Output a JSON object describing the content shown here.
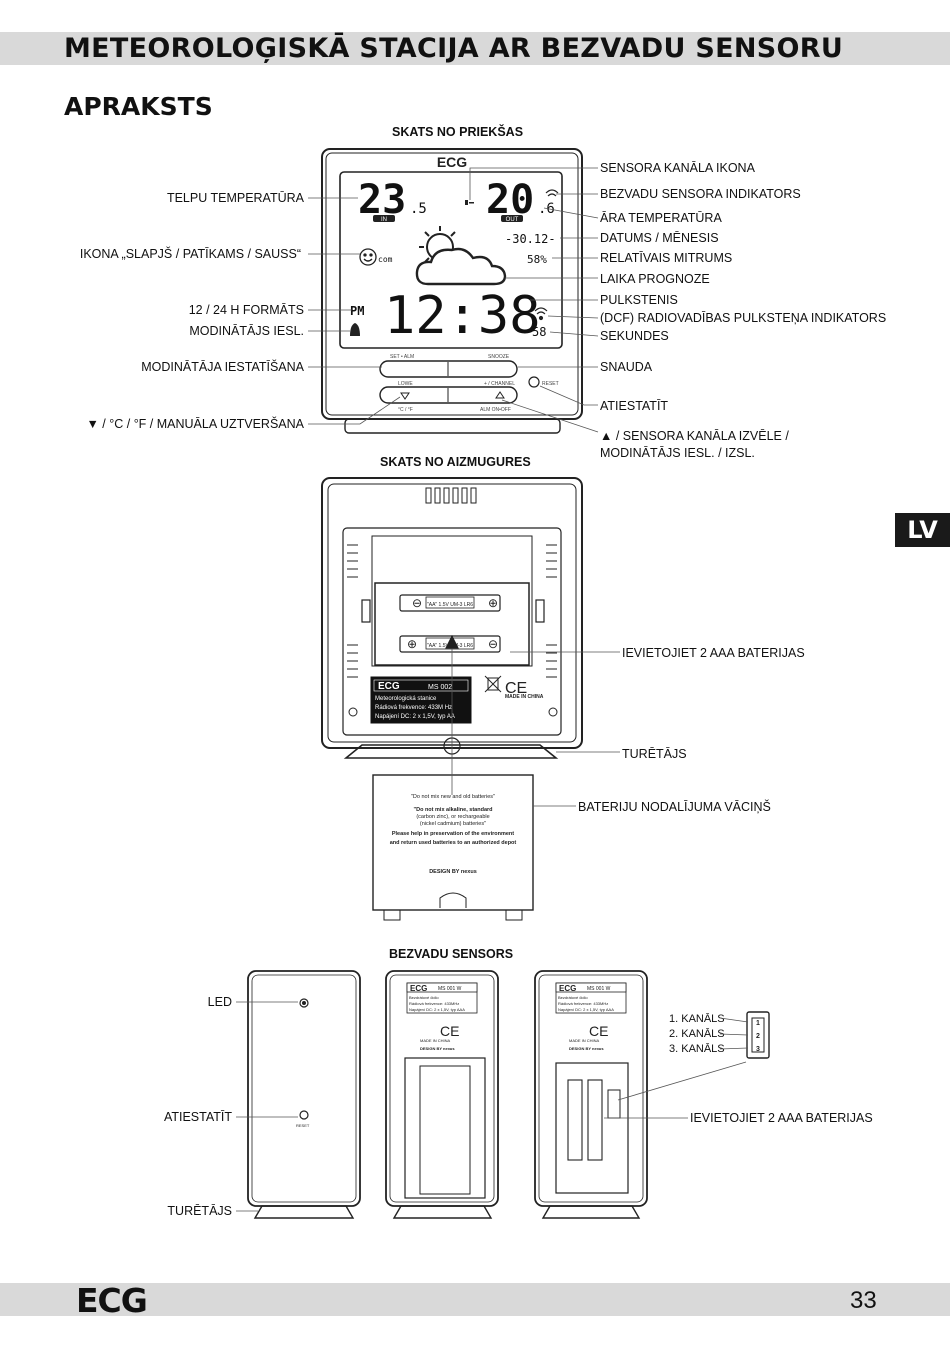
{
  "header": {
    "title": "METEOROLOĢISKĀ STACIJA AR BEZVADU SENSORU"
  },
  "section": {
    "title": "APRAKSTS"
  },
  "front": {
    "subtitle": "SKATS NO PRIEKŠAS",
    "labels_left": [
      "TELPU TEMPERATŪRA",
      "IKONA „SLAPJŠ / PATĪKAMS / SAUSS“",
      "12 / 24 H FORMĀTS",
      "MODINĀTĀJS IESL.",
      "MODINĀTĀJA IESTATĪŠANA",
      "▼ / °C / °F / MANUĀLA UZTVERŠANA"
    ],
    "labels_right": [
      "SENSORA KANĀLA IKONA",
      "BEZVADU SENSORA INDIKATORS",
      "ĀRA TEMPERATŪRA",
      "DATUMS / MĒNESIS",
      "RELATĪVAIS MITRUMS",
      "LAIKA PROGNOZE",
      "PULKSTENIS",
      "(DCF) RADIOVADĪBAS PULKSTEŅA INDIKATORS",
      "SEKUNDES",
      "SNAUDA",
      "ATIESTATĪT",
      "▲ / SENSORA KANĀLA IZVĒLE /",
      "MODINĀTĀJS IESL. / IZSL."
    ],
    "device": {
      "logo": "ECG",
      "indoor_temp": "23",
      "indoor_dec": ".5",
      "outdoor_temp": "20",
      "outdoor_dec": ".6",
      "in_tag": "IN",
      "out_tag": "OUT",
      "date": "-30.12-",
      "humidity": "58%",
      "comfort": "com",
      "pm": "PM",
      "clock": "12:38",
      "seconds": "58",
      "btn_top_left": "SET • ALM",
      "btn_top_right": "SNOOZE",
      "btn_low_left": "LOWE",
      "btn_low_right": "+ / CHANNEL",
      "btn_down_sub": "°C / °F",
      "btn_up_sub": "ALM ON•OFF",
      "reset": "RESET"
    }
  },
  "back": {
    "subtitle": "SKATS NO AIZMUGURES",
    "labels_right": [
      "IEVIETOJIET 2 AAA BATERIJAS",
      "TURĒTĀJS",
      "BATERIJU NODALĪJUMA VĀCIŅŠ"
    ],
    "battery": "\"AA\" 1.5V UM-3 LR6",
    "plate": {
      "brand": "ECG",
      "model": "MS 002",
      "lines": [
        "Meteorologická stanice",
        "Rádiová frekvence: 433M Hz",
        "Napájení DC: 2 x 1,5V, typ AA"
      ]
    },
    "made_in": "MADE IN CHINA",
    "cover_text": [
      "\"Do not mix new and old batteries\"",
      "\"Do not mix alkaline, standard",
      "(carbon zinc), or rechargeable",
      "(nickel cadmium) batteries\"",
      "Please help in preservation of the environment",
      "and return used batteries to an authorized depot"
    ],
    "design": "DESIGN BY nexus"
  },
  "sensor": {
    "subtitle": "BEZVADU SENSORS",
    "labels_left": [
      "LED",
      "ATIESTATĪT",
      "TURĒTĀJS"
    ],
    "channels": [
      "1. KANĀLS",
      "2. KANĀLS",
      "3. KANĀLS"
    ],
    "battery_label": "IEVIETOJIET 2 AAA BATERIJAS",
    "reset": "RESET",
    "plate": {
      "brand": "ECG",
      "model": "MS 001 W",
      "lines": [
        "Bezdrátové čidlo",
        "Rádiová frekvence: 433MHz",
        "Napájení DC: 2 x 1,5V, typ AAA"
      ]
    },
    "made_in": "MADE IN CHINA",
    "design": "DESIGN BY nexus"
  },
  "side_tab": "LV",
  "footer": {
    "logo": "ECG",
    "page": "33"
  }
}
